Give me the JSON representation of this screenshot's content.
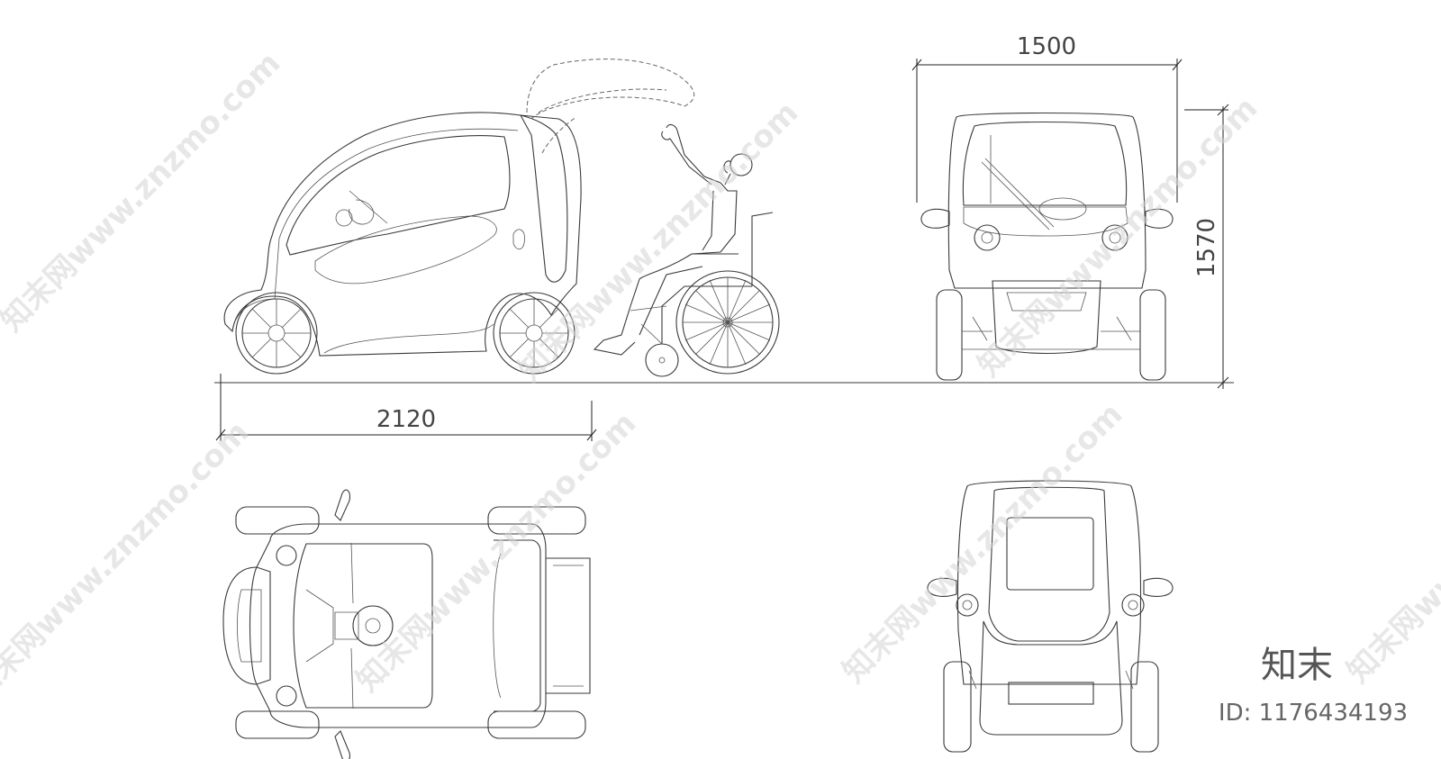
{
  "dimensions": {
    "side_length": "2120",
    "front_width": "1500",
    "front_height": "1570"
  },
  "watermark": {
    "text": "知末网www.znzmo.com"
  },
  "brand": {
    "logo_text": "知末",
    "id_text": "ID: 1176434193"
  }
}
